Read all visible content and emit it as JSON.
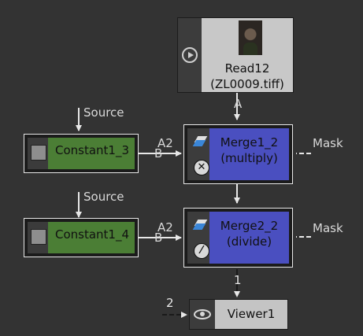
{
  "nodes": {
    "read": {
      "name": "Read12",
      "file": "(ZL0009.tiff)"
    },
    "constant_1": {
      "name": "Constant1_3"
    },
    "constant_2": {
      "name": "Constant1_4"
    },
    "merge_1": {
      "name": "Merge1_2",
      "operation": "(multiply)"
    },
    "merge_2": {
      "name": "Merge2_2",
      "operation": "(divide)"
    },
    "viewer": {
      "name": "Viewer1"
    }
  },
  "edge_labels": {
    "source_1": "Source",
    "source_2": "Source",
    "a2_1": "A2",
    "b_1": "B",
    "a2_2": "A2",
    "b_2": "B",
    "mask_1": "Mask",
    "mask_2": "Mask",
    "read_input": "A",
    "viewer_input_1": "1",
    "viewer_input_2": "2"
  },
  "icons": {
    "read": "play-circle-icon",
    "constant": "color-swatch-icon",
    "merge": "merge-layers-icon",
    "multiply": "multiply-circle-icon",
    "divide": "divide-circle-icon",
    "viewer": "eye-icon"
  },
  "colors": {
    "background": "#333333",
    "read_node": "#c8c8c8",
    "constant_node": "#4b7e35",
    "merge_node": "#4a4fc0",
    "viewer_node": "#c4c4c4",
    "edge": "#e8e8e8"
  }
}
